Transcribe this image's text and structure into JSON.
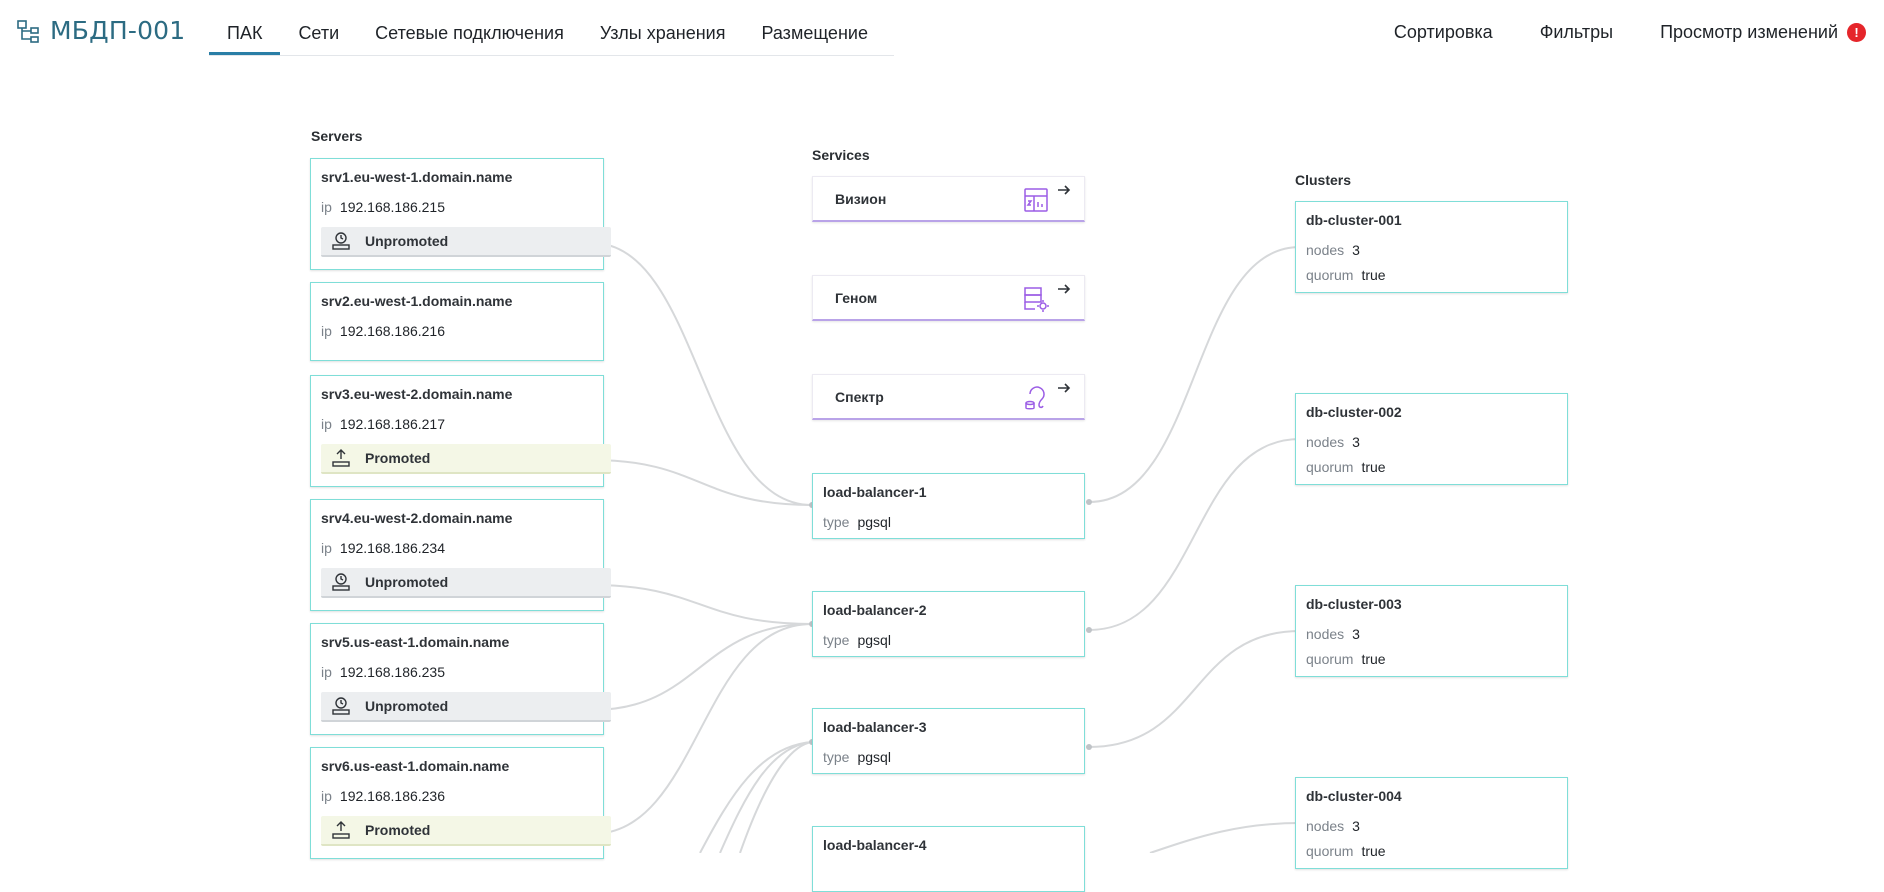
{
  "app": {
    "title": "МБДП-001"
  },
  "tabs": [
    {
      "label": "ПАК",
      "active": true
    },
    {
      "label": "Сети"
    },
    {
      "label": "Сетевые подключения"
    },
    {
      "label": "Узлы хранения"
    },
    {
      "label": "Размещение"
    }
  ],
  "actions": {
    "sort": "Сортировка",
    "filters": "Фильтры",
    "changes": "Просмотр изменений",
    "alert": "!"
  },
  "columns": {
    "servers": "Servers",
    "services": "Services",
    "clusters": "Clusters"
  },
  "keys": {
    "ip": "ip",
    "type": "type",
    "nodes": "nodes",
    "quorum": "quorum"
  },
  "servers": [
    {
      "name": "srv1.eu-west-1.domain.name",
      "ip": "192.168.186.215",
      "status": "Unpromoted"
    },
    {
      "name": "srv2.eu-west-1.domain.name",
      "ip": "192.168.186.216",
      "status": ""
    },
    {
      "name": "srv3.eu-west-2.domain.name",
      "ip": "192.168.186.217",
      "status": "Promoted"
    },
    {
      "name": "srv4.eu-west-2.domain.name",
      "ip": "192.168.186.234",
      "status": "Unpromoted"
    },
    {
      "name": "srv5.us-east-1.domain.name",
      "ip": "192.168.186.235",
      "status": "Unpromoted"
    },
    {
      "name": "srv6.us-east-1.domain.name",
      "ip": "192.168.186.236",
      "status": "Promoted"
    }
  ],
  "services": [
    {
      "label": "Визион",
      "icon": "dashboard-icon"
    },
    {
      "label": "Геном",
      "icon": "database-settings-icon"
    },
    {
      "label": "Спектр",
      "icon": "spectrum-icon"
    }
  ],
  "balancers": [
    {
      "name": "load-balancer-1",
      "type": "pgsql"
    },
    {
      "name": "load-balancer-2",
      "type": "pgsql"
    },
    {
      "name": "load-balancer-3",
      "type": "pgsql"
    },
    {
      "name": "load-balancer-4",
      "type": ""
    }
  ],
  "clusters": [
    {
      "name": "db-cluster-001",
      "nodes": "3",
      "quorum": "true"
    },
    {
      "name": "db-cluster-002",
      "nodes": "3",
      "quorum": "true"
    },
    {
      "name": "db-cluster-003",
      "nodes": "3",
      "quorum": "true"
    },
    {
      "name": "db-cluster-004",
      "nodes": "3",
      "quorum": "true"
    }
  ],
  "colors": {
    "accent": "#2a7ea6",
    "card_border": "#7fded8",
    "service_accent": "#9b5de5",
    "alert": "#e5252a",
    "link": "#d6d8da"
  }
}
